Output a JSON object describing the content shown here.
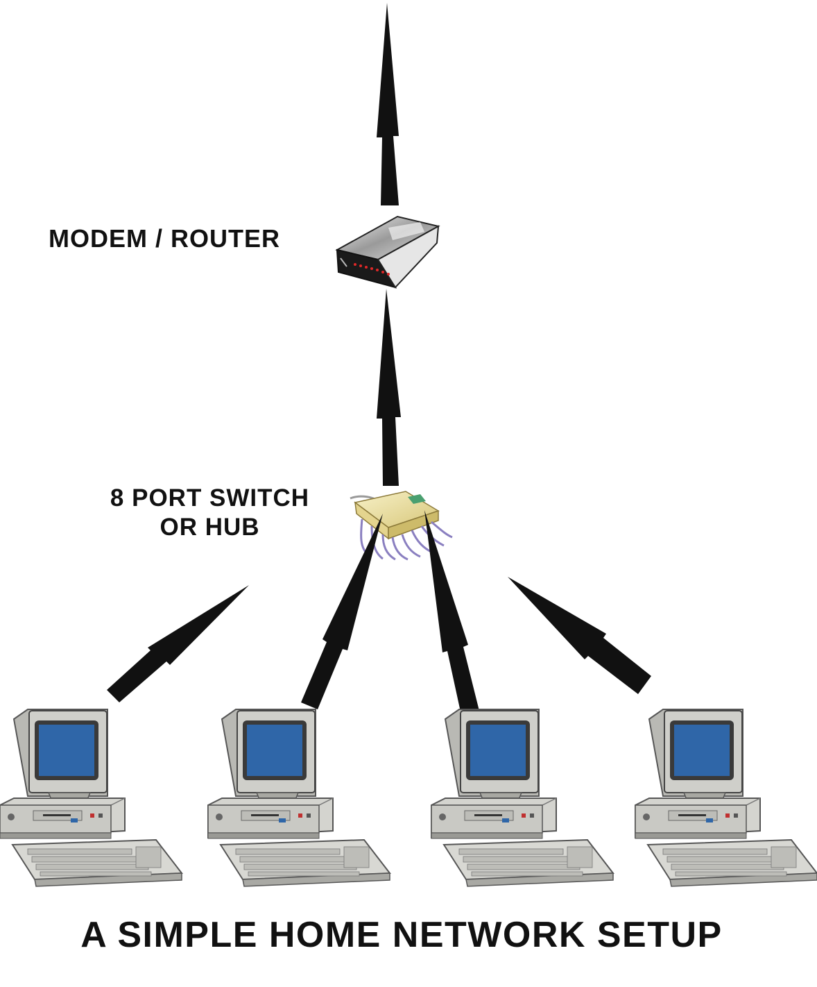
{
  "labels": {
    "modem": "MODEM / ROUTER",
    "switch_line1": "8 PORT SWITCH",
    "switch_line2": "OR HUB",
    "title": "A SIMPLE HOME NETWORK SETUP"
  },
  "devices": {
    "internet_uplink": "arrow-up",
    "modem_router": "modem-router-icon",
    "switch_hub": "network-switch-icon",
    "computers": [
      "desktop-computer-icon",
      "desktop-computer-icon",
      "desktop-computer-icon",
      "desktop-computer-icon"
    ]
  },
  "colors": {
    "arrow": "#111111",
    "screen": "#2f66a8",
    "case": "#c9c9c4",
    "switch_body": "#ece2a6",
    "cable": "#8a7fc0"
  }
}
